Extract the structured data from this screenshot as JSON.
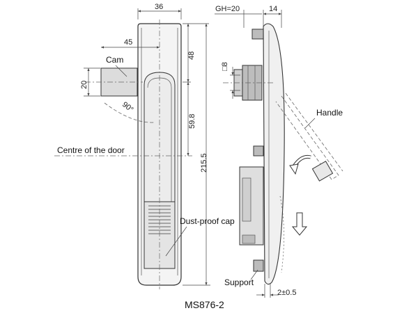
{
  "title": "MS876-2",
  "labels": {
    "cam": "Cam",
    "centre_of_door": "Centre of the door",
    "dust_proof_cap": "Dust-proof cap",
    "handle": "Handle",
    "support": "Support"
  },
  "dimensions": {
    "width_top": "36",
    "cam_offset": "45",
    "cam_height": "20",
    "rotation_angle": "90°",
    "upper_section": "48",
    "mid_section": "59.8",
    "total_height": "215.5",
    "grip_height": "GH=20",
    "depth": "14",
    "square": "□8",
    "support_gap": "2±0.5"
  },
  "colors": {
    "line": "#333333",
    "fill_light": "#f4f4f4",
    "fill_mid": "#d8d8d8",
    "fill_dark": "#9a9a9a"
  }
}
